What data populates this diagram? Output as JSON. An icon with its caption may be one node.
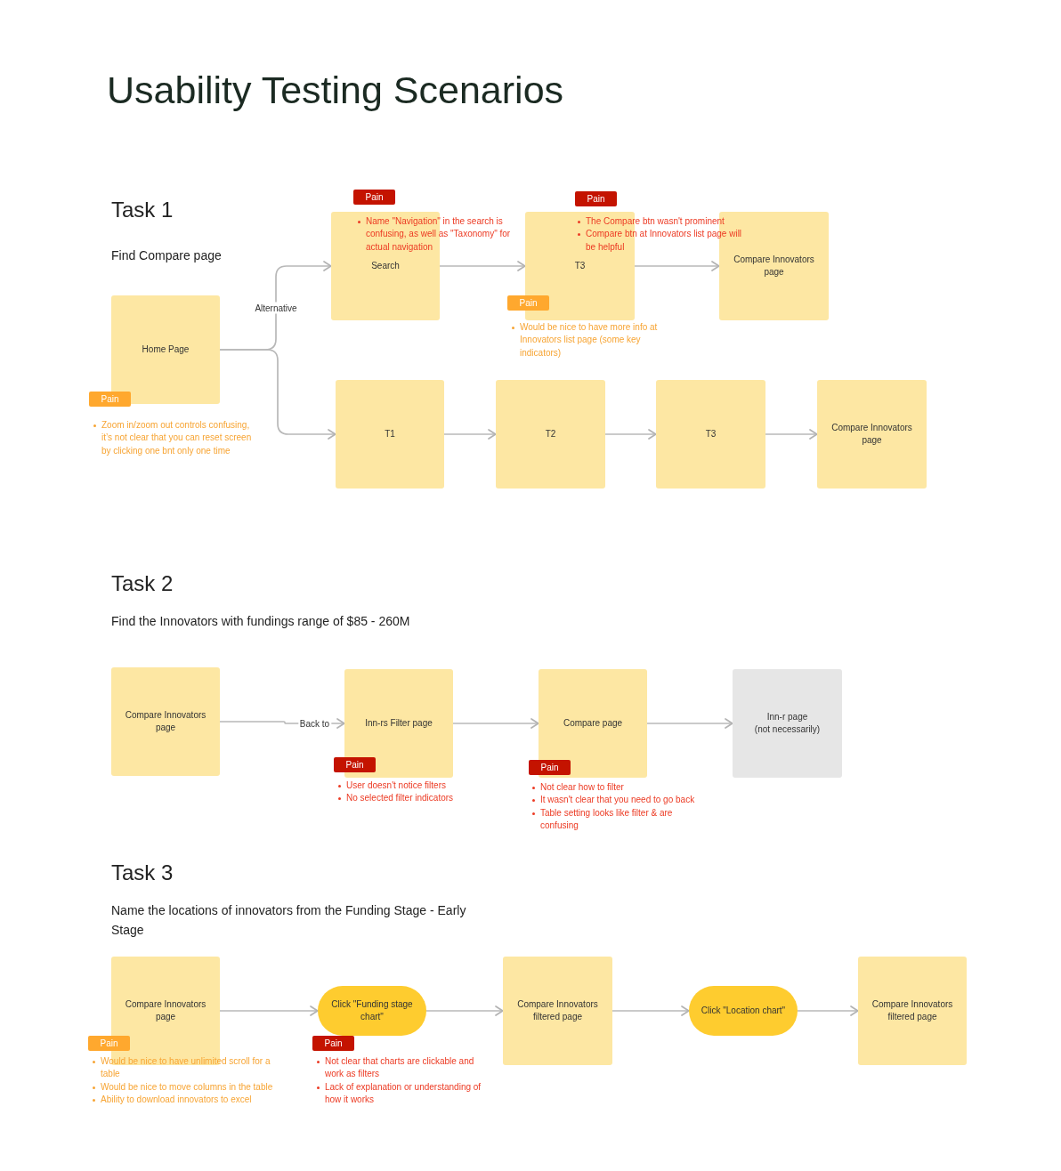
{
  "diagram": {
    "title": "Usability Testing Scenarios",
    "nodes": [
      {
        "text": [
          "Home Page"
        ]
      },
      {
        "text": [
          "Pain"
        ],
        "beside": [
          "Zoom in/zoom out controls confusing, it’s not clear that you can reset screen by clicking one bnt only one time"
        ]
      },
      {
        "text": [
          "Name \"Navigation\" in the search is confusing, as well as \"Taxonomy\" for actual navigation",
          "Search"
        ]
      },
      {
        "text": [
          "Pain"
        ]
      },
      {
        "text": [
          "T3"
        ],
        "beside": [
          "Would be nice to have more info at Innovators list page (some key indicators)"
        ]
      },
      {
        "text": [
          "Pain"
        ],
        "beside": [
          "The Compare btn wasn't prominent",
          "Compare btn at Innovators list page will be helpful"
        ]
      },
      {
        "text": [
          "Pain"
        ]
      },
      {
        "text": [
          "Compare Innovators page"
        ]
      },
      {
        "text": [
          "T1"
        ]
      },
      {
        "text": [
          "T2"
        ]
      },
      {
        "text": [
          "T3"
        ]
      },
      {
        "text": [
          "Compare Innovators page"
        ]
      },
      {
        "text": [
          "Compare Innovators page"
        ]
      },
      {
        "text": [
          "Inn-rs Filter page"
        ]
      },
      {
        "text": [
          "Pain"
        ],
        "beside": [
          "User doesn't notice filters",
          "No selected filter indicators"
        ]
      },
      {
        "text": [
          "Compare page"
        ]
      },
      {
        "text": [
          "Pain"
        ],
        "beside": [
          "Not clear how to filter",
          "It wasn't clear that you need to go back",
          "Table setting looks like filter & are confusing"
        ]
      },
      {
        "text": [
          "Inn-r page",
          "(not necessarily)"
        ]
      },
      {
        "text": [
          "Compare Innovators page"
        ],
        "beside": [
          "Would be nice to have unlimited scroll for a table",
          "Would be nice to move columns in the table",
          "Ability to download innovators to excel"
        ]
      },
      {
        "text": [
          "Pain"
        ]
      },
      {
        "text": [
          "Click \"Funding stage chart\""
        ]
      },
      {
        "text": [
          "Pain"
        ],
        "beside": [
          "Not clear that charts are clickable and work as filters",
          "Lack of explanation or understanding of how it works"
        ]
      },
      {
        "text": [
          "Compare Innovators filtered page"
        ]
      },
      {
        "text": [
          "Click \"Location chart\""
        ]
      },
      {
        "text": [
          "Compare Innovators filtered page"
        ]
      }
    ],
    "edges": [
      {
        "from": 0,
        "to": 2,
        "arrow": "to",
        "label": "Alternative"
      },
      {
        "from": 0,
        "to": 8,
        "arrow": "to"
      },
      {
        "from": 2,
        "to": 4,
        "arrow": "to"
      },
      {
        "from": 4,
        "to": 7,
        "arrow": "to"
      },
      {
        "from": 8,
        "to": 9,
        "arrow": "to"
      },
      {
        "from": 9,
        "to": 10,
        "arrow": "to"
      },
      {
        "from": 10,
        "to": 11,
        "arrow": "to"
      },
      {
        "from": 12,
        "to": 13,
        "arrow": "to",
        "label": "Back to"
      },
      {
        "from": 13,
        "to": 15,
        "arrow": "to"
      },
      {
        "from": 15,
        "to": 17,
        "arrow": "to"
      },
      {
        "from": 18,
        "to": 20,
        "arrow": "to"
      },
      {
        "from": 20,
        "to": 22,
        "arrow": "to"
      },
      {
        "from": 22,
        "to": 23,
        "arrow": "to"
      },
      {
        "from": 23,
        "to": 24,
        "arrow": "to"
      }
    ],
    "labels": [
      "Task 1",
      "Find Compare page",
      "Task 2",
      "Find the Innovators with fundings range of $85 - 260M",
      "Task 3",
      "Name the locations of innovators from the Funding Stage - Early Stage"
    ]
  }
}
